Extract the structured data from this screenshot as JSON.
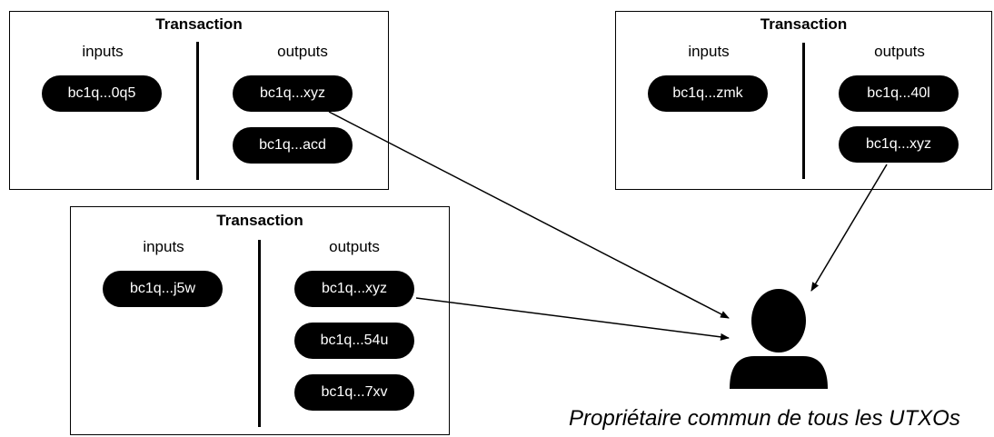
{
  "transactions": [
    {
      "title": "Transaction",
      "inputs_label": "inputs",
      "outputs_label": "outputs",
      "inputs": [
        "bc1q...0q5"
      ],
      "outputs": [
        "bc1q...xyz",
        "bc1q...acd"
      ]
    },
    {
      "title": "Transaction",
      "inputs_label": "inputs",
      "outputs_label": "outputs",
      "inputs": [
        "bc1q...zmk"
      ],
      "outputs": [
        "bc1q...40l",
        "bc1q...xyz"
      ]
    },
    {
      "title": "Transaction",
      "inputs_label": "inputs",
      "outputs_label": "outputs",
      "inputs": [
        "bc1q...j5w"
      ],
      "outputs": [
        "bc1q...xyz",
        "bc1q...54u",
        "bc1q...7xv"
      ]
    }
  ],
  "owner": {
    "icon": "user-icon",
    "label": "Propriétaire commun de tous les UTXOs"
  },
  "colors": {
    "pill": "#000000",
    "pill_text": "#ffffff",
    "border": "#000000"
  }
}
